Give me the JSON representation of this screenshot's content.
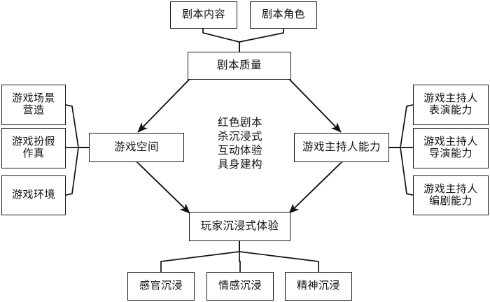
{
  "diagram": {
    "title": "红色剧本杀沉浸式互动体验具身建构",
    "center_text": "红色剧本\n杀沉浸式\n互动体验\n具身建构",
    "colors": {
      "stroke": "#1a1a1a",
      "fill": "#ffffff",
      "text": "#101010",
      "background": "#ffffff"
    },
    "nodes": {
      "script_quality": "剧本质量",
      "game_space": "游戏空间",
      "host_ability": "游戏主持人能力",
      "player_experience": "玩家沉浸式体验",
      "script_content": "剧本内容",
      "script_role": "剧本角色",
      "scene_building": "游戏场景\n营造",
      "role_play": "游戏扮假\n作真",
      "game_environment": "游戏环境",
      "host_performance": "游戏主持人\n表演能力",
      "host_directing": "游戏主持人\n导演能力",
      "host_writing": "游戏主持人\n编剧能力",
      "sensory_immersion": "感官沉浸",
      "emotional_immersion": "情感沉浸",
      "spiritual_immersion": "精神沉浸"
    },
    "connections": [
      {
        "from": "script_content",
        "to": "script_quality",
        "style": "brace"
      },
      {
        "from": "script_role",
        "to": "script_quality",
        "style": "brace"
      },
      {
        "from": "scene_building",
        "to": "game_space",
        "style": "brace"
      },
      {
        "from": "role_play",
        "to": "game_space",
        "style": "brace"
      },
      {
        "from": "game_environment",
        "to": "game_space",
        "style": "brace"
      },
      {
        "from": "host_performance",
        "to": "host_ability",
        "style": "brace"
      },
      {
        "from": "host_directing",
        "to": "host_ability",
        "style": "brace"
      },
      {
        "from": "host_writing",
        "to": "host_ability",
        "style": "brace"
      },
      {
        "from": "player_experience",
        "to": "sensory_immersion",
        "style": "brace"
      },
      {
        "from": "player_experience",
        "to": "emotional_immersion",
        "style": "brace"
      },
      {
        "from": "player_experience",
        "to": "spiritual_immersion",
        "style": "brace"
      },
      {
        "from": "script_quality",
        "to": "game_space",
        "style": "double-arrow"
      },
      {
        "from": "script_quality",
        "to": "host_ability",
        "style": "double-arrow"
      },
      {
        "from": "game_space",
        "to": "player_experience",
        "style": "double-arrow"
      },
      {
        "from": "host_ability",
        "to": "player_experience",
        "style": "double-arrow"
      }
    ]
  }
}
